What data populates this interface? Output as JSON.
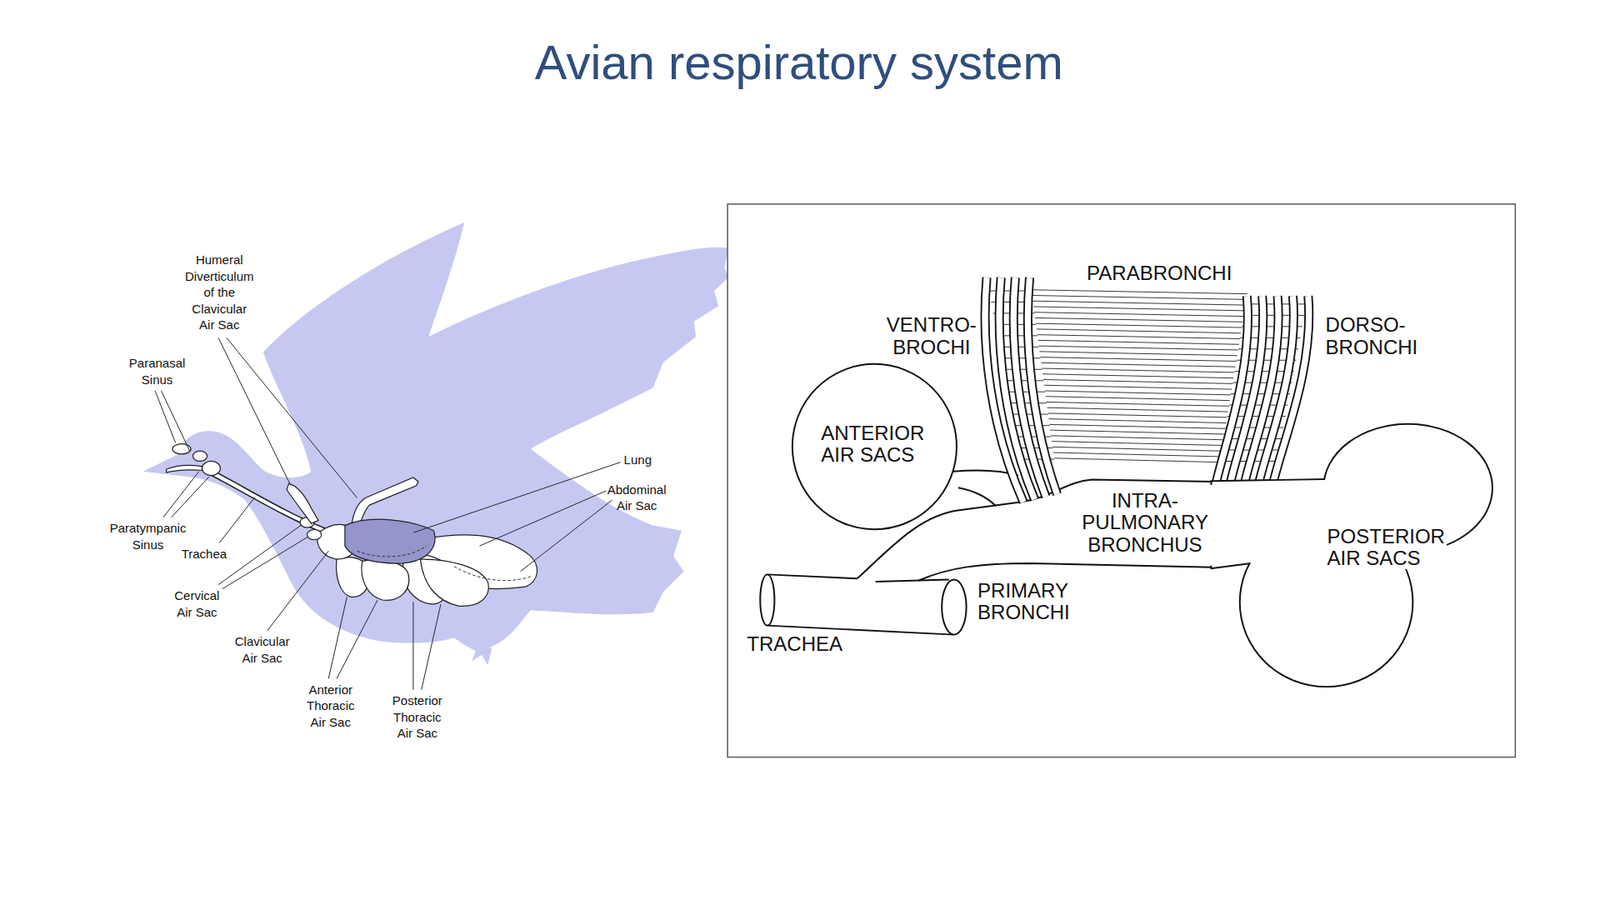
{
  "diagram": {
    "title": "Avian respiratory system",
    "nodes": [
      {
        "text": [
          "ANTERIOR AIR SACS"
        ]
      },
      {
        "text": [
          "POSTERIOR AIR SACS"
        ]
      }
    ],
    "labels": [
      "Humeral Diverticulum of the Clavicular Air Sac",
      "Paranasal Sinus",
      "Lung",
      "Abdominal Air Sac",
      "Paratympanic Sinus",
      "Trachea",
      "Cervical Air Sac",
      "Clavicular Air Sac",
      "Anterior Thoracic Air Sac",
      "Posterior Thoracic Air Sac",
      "PARABRONCHI",
      "VENTRO- BROCHI",
      "DORSO- BRONCHI",
      "INTRA- PULMONARY BRONCHUS",
      "PRIMARY BRONCHI",
      "TRACHEA"
    ]
  }
}
